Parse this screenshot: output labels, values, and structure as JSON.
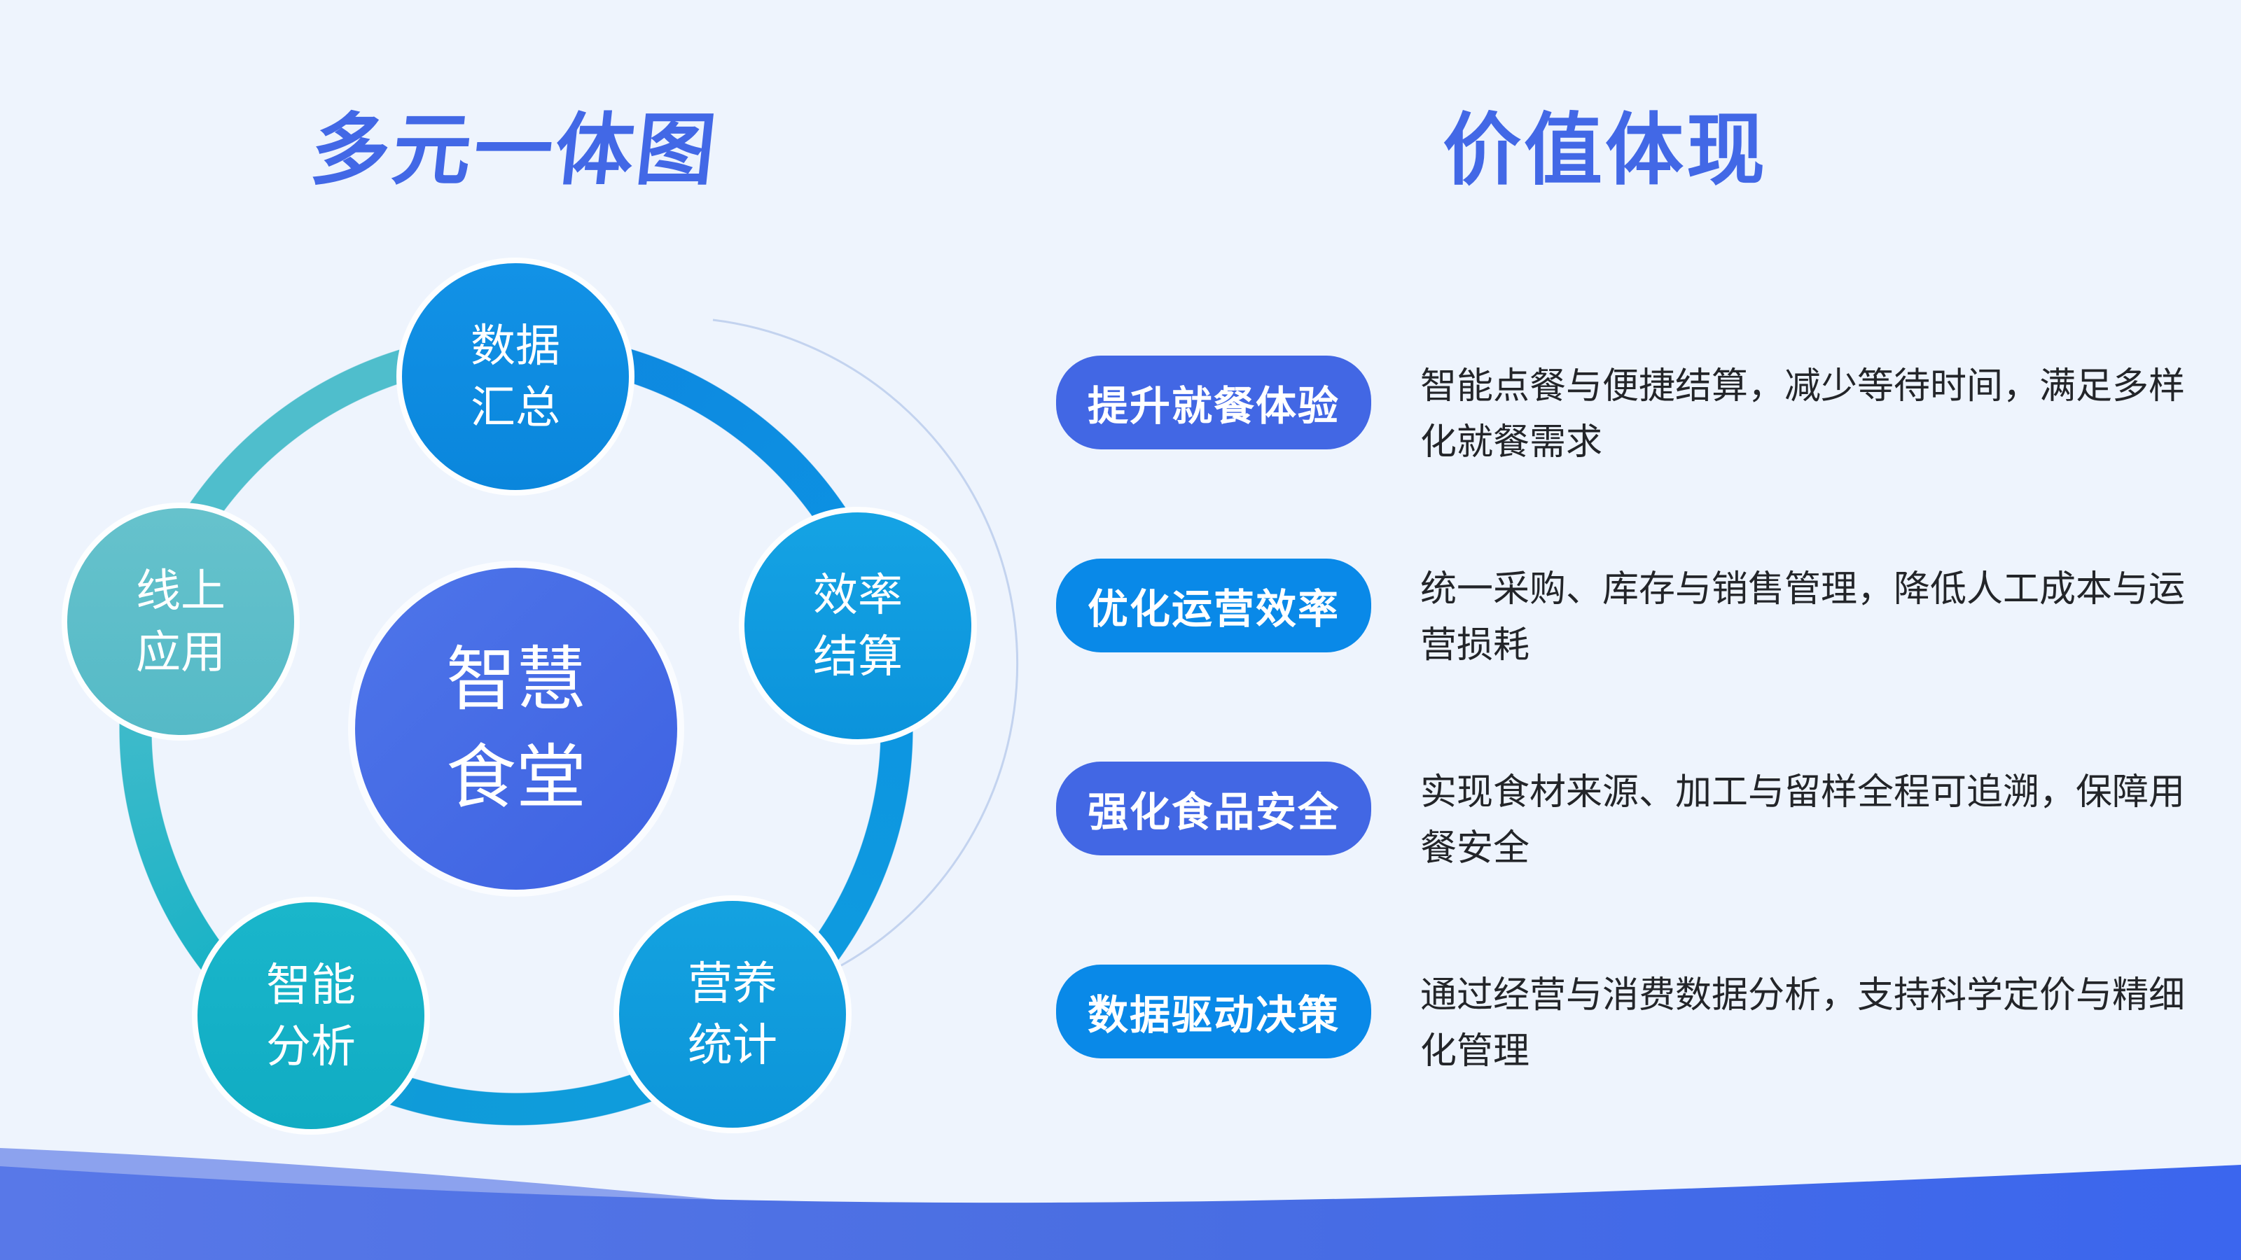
{
  "page": {
    "background_color": "#EEF4FD",
    "title_color": "#4268E6"
  },
  "left_panel": {
    "title": "多元一体图",
    "diagram": {
      "center": {
        "label": "智慧\n食堂",
        "color": "#4468E5"
      },
      "ring_colors": [
        "#0E86E0",
        "#0C93E2",
        "#0F9DDE",
        "#17B2C6",
        "#4FBECC"
      ],
      "decor_arc_color": "#C3D3EF",
      "satellites": [
        {
          "id": "data-summary",
          "label": "数据\n汇总",
          "color": "#0D8CE2"
        },
        {
          "id": "efficiency-settlement",
          "label": "效率\n结算",
          "color": "#0D9BE0"
        },
        {
          "id": "nutrition-statistics",
          "label": "营养\n统计",
          "color": "#0F9CDD"
        },
        {
          "id": "intelligent-analysis",
          "label": "智能\n分析",
          "color": "#15B1C7"
        },
        {
          "id": "online-application",
          "label": "线上\n应用",
          "color": "#5FBECA"
        }
      ]
    }
  },
  "right_panel": {
    "title": "价值体现",
    "items": [
      {
        "tag": "提升就餐体验",
        "tag_color": "#4267E4",
        "desc": "智能点餐与便捷结算，减少等待时间，满足多样\n化就餐需求"
      },
      {
        "tag": "优化运营效率",
        "tag_color": "#0989E8",
        "desc": "统一采购、库存与销售管理，降低人工成本与运\n营损耗"
      },
      {
        "tag": "强化食品安全",
        "tag_color": "#4267E4",
        "desc": "实现食材来源、加工与留样全程可追溯，保障用\n餐安全"
      },
      {
        "tag": "数据驱动决策",
        "tag_color": "#0989E8",
        "desc": "通过经营与消费数据分析，支持科学定价与精细\n化管理"
      }
    ]
  },
  "footer": {
    "wave_gradient": [
      "#5878E8",
      "#4A6EE2",
      "#3B66EE"
    ],
    "wave_secondary_color": "#8CA2EE"
  }
}
